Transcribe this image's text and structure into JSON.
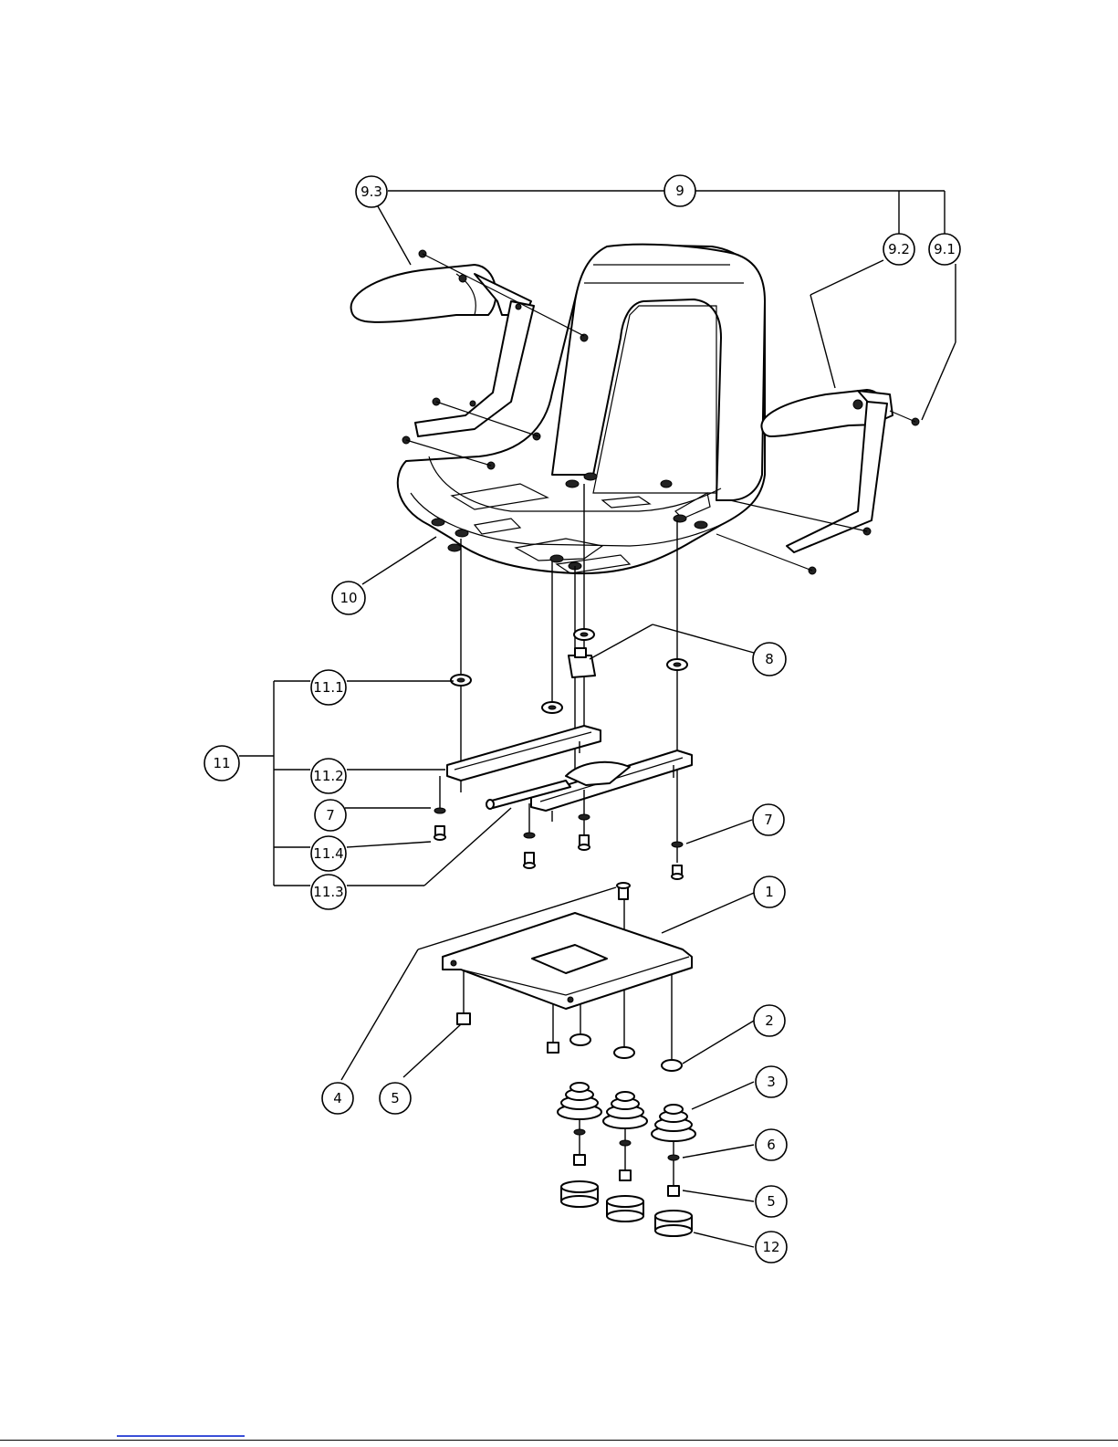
{
  "callouts": {
    "c9_3": "9.3",
    "c9": "9",
    "c9_2": "9.2",
    "c9_1": "9.1",
    "c10": "10",
    "c8": "8",
    "c11_1": "11.1",
    "c11": "11",
    "c11_2": "11.2",
    "c7a": "7",
    "c7b": "7",
    "c11_4": "11.4",
    "c11_3": "11.3",
    "c1": "1",
    "c2": "2",
    "c3": "3",
    "c4": "4",
    "c5a": "5",
    "c6": "6",
    "c5b": "5",
    "c12": "12"
  },
  "colors": {
    "line": "#000000",
    "background": "#ffffff",
    "footer_link": "#3a4fd8"
  }
}
